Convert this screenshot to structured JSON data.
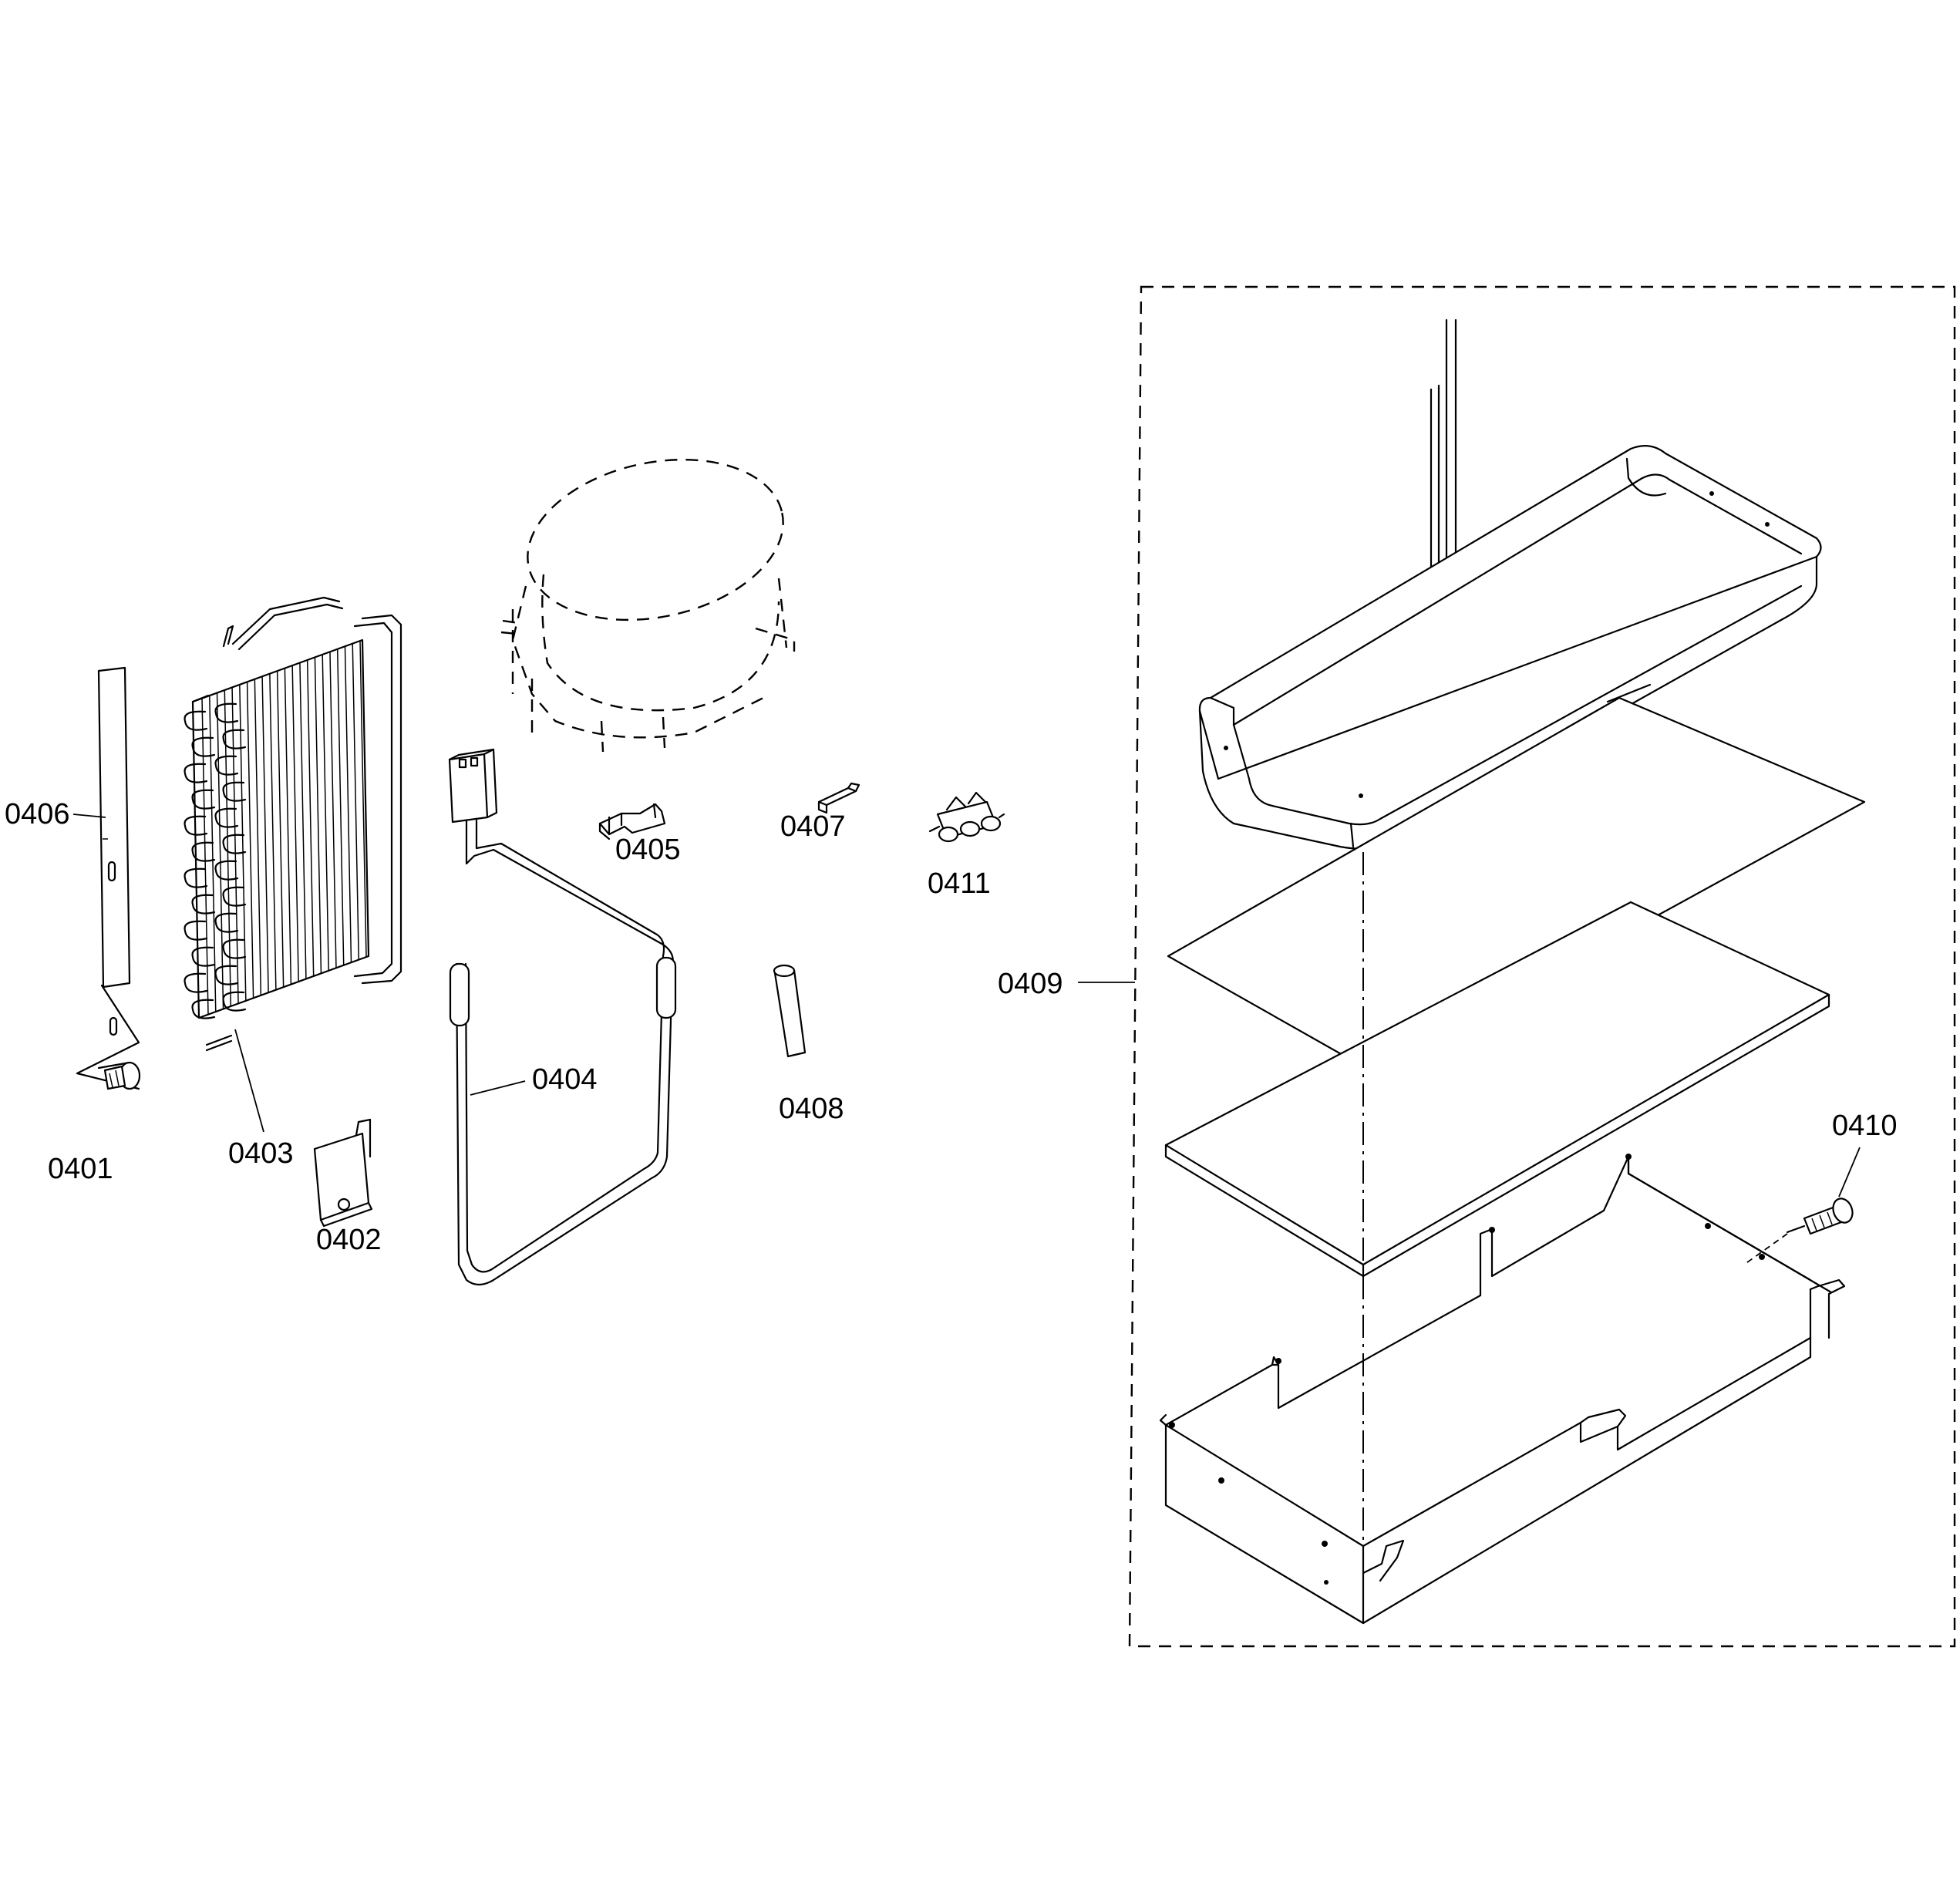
{
  "diagram": {
    "parts": [
      {
        "id": "p0401",
        "label": "0401"
      },
      {
        "id": "p0402",
        "label": "0402"
      },
      {
        "id": "p0403",
        "label": "0403"
      },
      {
        "id": "p0404",
        "label": "0404"
      },
      {
        "id": "p0405",
        "label": "0405"
      },
      {
        "id": "p0406",
        "label": "0406"
      },
      {
        "id": "p0407",
        "label": "0407"
      },
      {
        "id": "p0408",
        "label": "0408"
      },
      {
        "id": "p0409",
        "label": "0409"
      },
      {
        "id": "p0410",
        "label": "0410"
      },
      {
        "id": "p0411",
        "label": "0411"
      }
    ]
  }
}
